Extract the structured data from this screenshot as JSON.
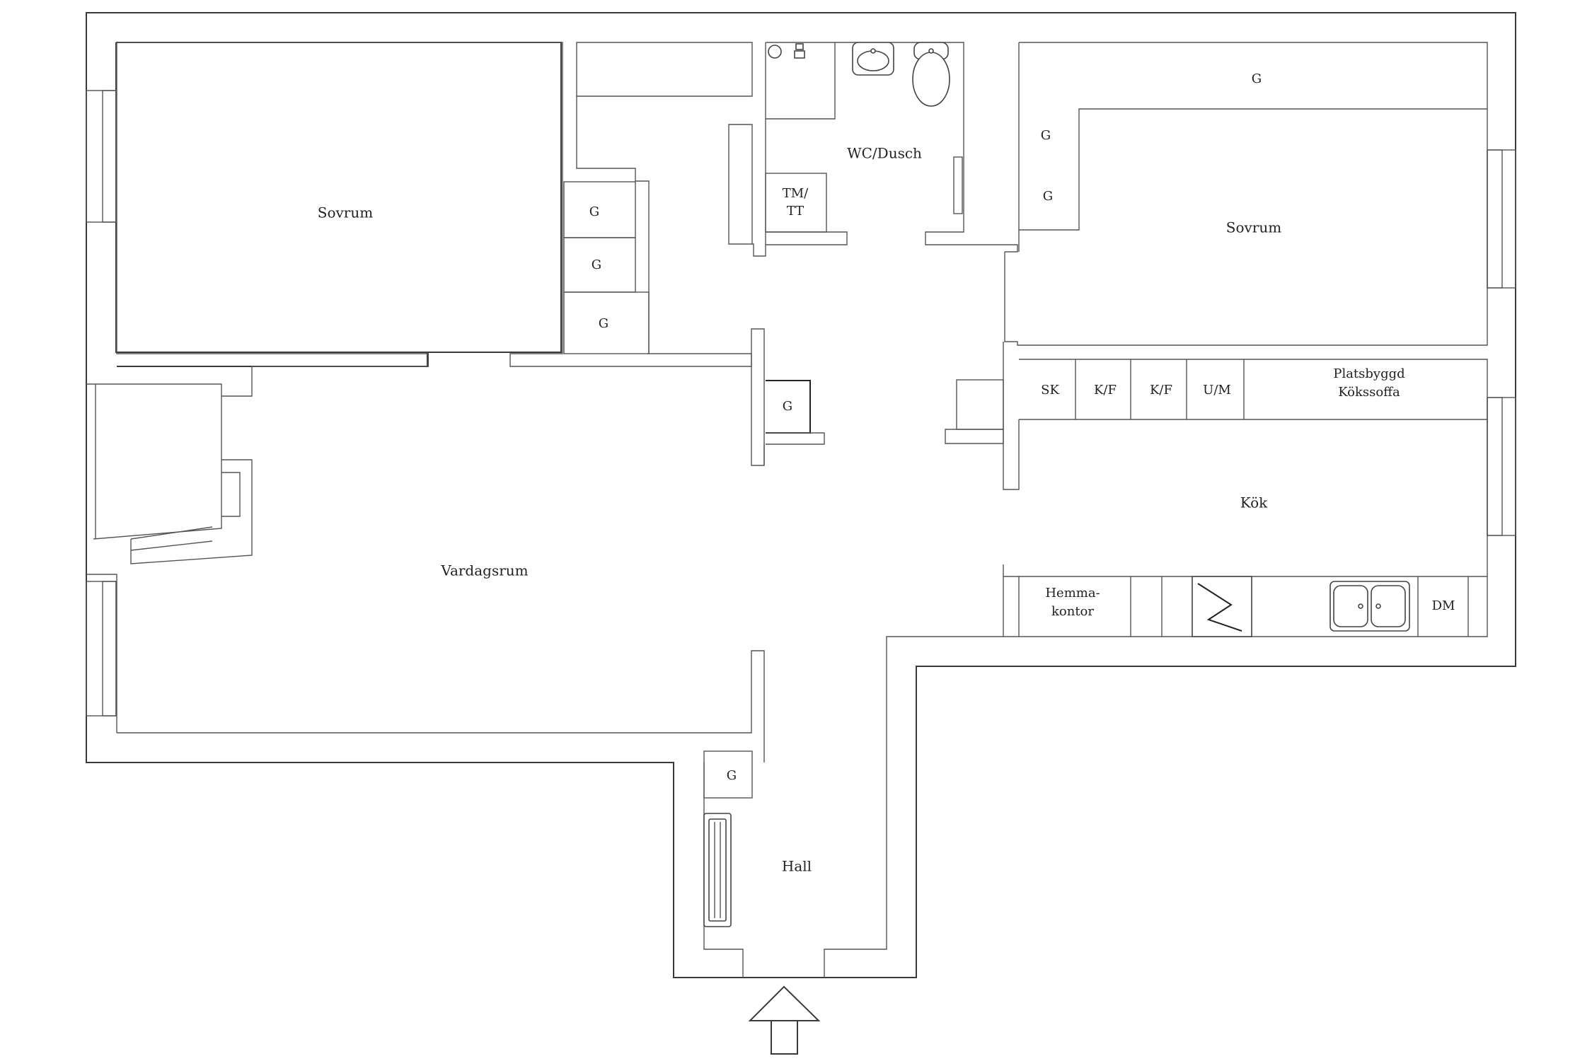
{
  "rooms": {
    "sovrum_left": "Sovrum",
    "sovrum_right": "Sovrum",
    "wc": "WC/Dusch",
    "vardagsrum": "Vardagsrum",
    "kok": "Kök",
    "hall": "Hall"
  },
  "fixtures": {
    "g": "G",
    "tmtt_1": "TM/",
    "tmtt_2": "TT",
    "sk": "SK",
    "kf": "K/F",
    "um": "U/M",
    "sofa_1": "Platsbyggd",
    "sofa_2": "Kökssoffa",
    "office_1": "Hemma-",
    "office_2": "kontor",
    "dm": "DM"
  }
}
